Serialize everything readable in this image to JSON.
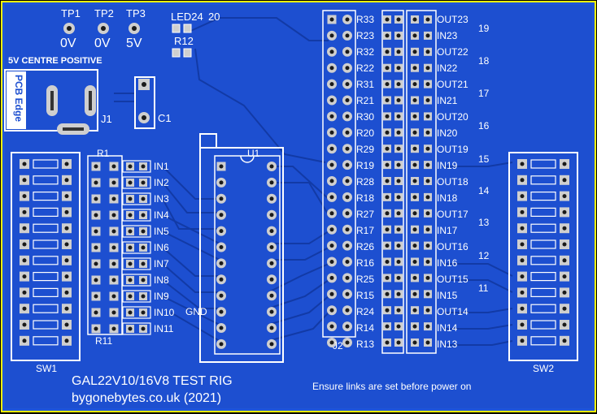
{
  "colors": {
    "board": "#1f55d8",
    "copper_fill": "#1d4fd0",
    "trace": "#123aa6",
    "pad": "#cfcfcf",
    "silk": "#ffffff",
    "edge": "#ffff00"
  },
  "test_points": [
    {
      "name": "TP1",
      "value": "0V"
    },
    {
      "name": "TP2",
      "value": "0V"
    },
    {
      "name": "TP3",
      "value": "5V"
    }
  ],
  "labels": {
    "led": "LED24",
    "led_num": "20",
    "r12": "R12",
    "power_note": "5V CENTRE POSITIVE",
    "pcb_edge": "PCB Edge",
    "j1": "J1",
    "c1": "C1",
    "r1": "R1",
    "r11": "R11",
    "u1": "U1",
    "gnd": "GND",
    "j2": "J2",
    "sw1": "SW1",
    "sw2": "SW2",
    "title": "GAL22V10/16V8 TEST RIG",
    "website": "bygonebytes.co.uk (2021)",
    "note": "Ensure links are set before power on"
  },
  "inputs_left": [
    "IN1",
    "IN2",
    "IN3",
    "IN4",
    "IN5",
    "IN6",
    "IN7",
    "IN8",
    "IN9",
    "IN10",
    "IN11"
  ],
  "j2_resistors": [
    "R33",
    "R23",
    "R32",
    "R22",
    "R31",
    "R21",
    "R30",
    "R20",
    "R29",
    "R19",
    "R28",
    "R18",
    "R27",
    "R17",
    "R26",
    "R16",
    "R25",
    "R15",
    "R24",
    "R14",
    "R13"
  ],
  "outputs_right": [
    "OUT23",
    "IN23",
    "OUT22",
    "IN22",
    "OUT21",
    "IN21",
    "OUT20",
    "IN20",
    "OUT19",
    "IN19",
    "OUT18",
    "IN18",
    "OUT17",
    "IN17",
    "OUT16",
    "IN16",
    "OUT15",
    "IN15",
    "OUT14",
    "IN14",
    "IN13"
  ],
  "pin_numbers": [
    "19",
    "18",
    "17",
    "16",
    "15",
    "14",
    "13",
    "12",
    "11"
  ]
}
